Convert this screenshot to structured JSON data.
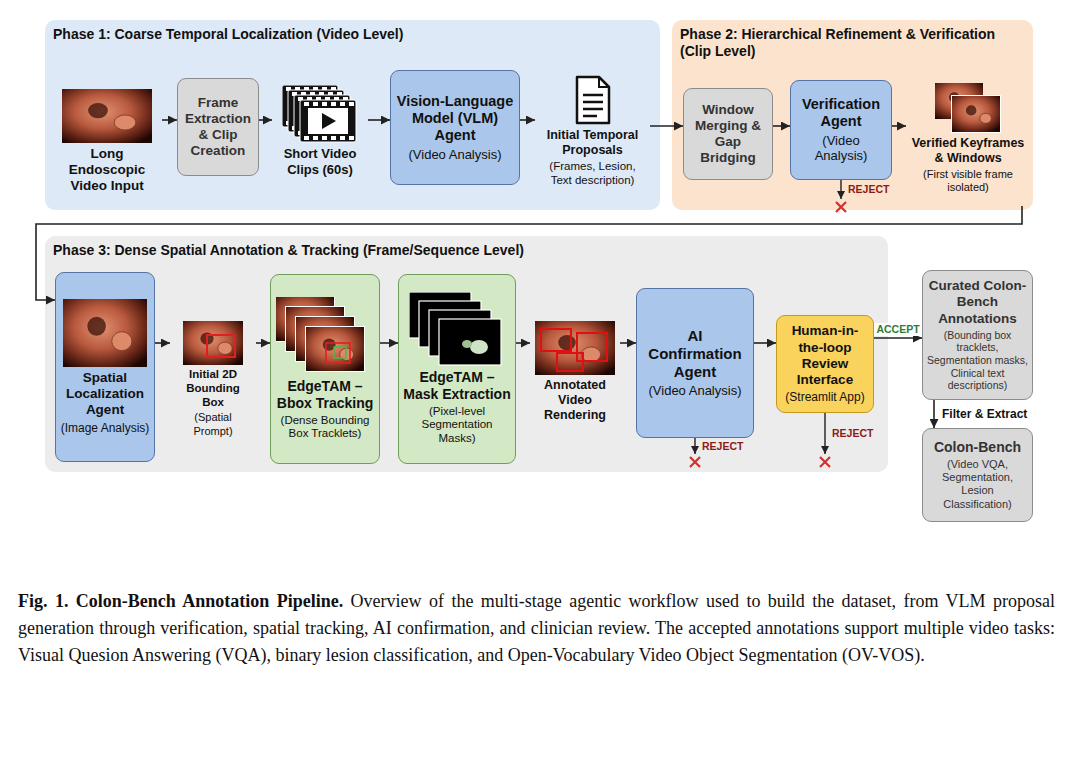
{
  "diagram": {
    "caption": "Fig. 1. Colon-Bench Annotation Pipeline. Overview of the multi-stage agentic workflow used to build the dataset, from VLM proposal generation through verification, spatial tracking, AI confirmation, and clinician review. The accepted annotations support multiple video tasks: Visual Quesion Answering (VQA), binary lesion classification, and Open-Vocabulary Video Object Segmentation (OV-VOS).",
    "nodes": [
      {
        "text": [
          "Phase 1: Coarse Temporal Localization (Video Level)"
        ]
      },
      {
        "text": [
          "Long Endoscopic Video Input"
        ],
        "in": 0
      },
      {
        "text": [
          "Frame Extraction & Clip Creation"
        ],
        "in": 0
      },
      {
        "text": [
          "Short Video Clips (60s)"
        ],
        "in": 0
      },
      {
        "text": [
          "Vision-Language Model (VLM) Agent",
          "(Video Analysis)"
        ],
        "in": 0
      },
      {
        "text": [
          "Initial Temporal Proposals",
          "(Frames, Lesion, Text description)"
        ],
        "in": 0
      },
      {
        "text": [
          "Phase 2: Hierarchical Refinement & Verification (Clip Level)"
        ]
      },
      {
        "text": [
          "Window Merging & Gap Bridging"
        ],
        "in": 6
      },
      {
        "text": [
          "Verification Agent",
          "(Video Analysis)"
        ],
        "in": 6
      },
      {
        "text": [
          "Verified Keyframes & Windows",
          "(First visible frame isolated)"
        ],
        "in": 6
      },
      {
        "text": [
          "Phase 3: Dense Spatial Annotation & Tracking (Frame/Sequence Level)"
        ]
      },
      {
        "text": [
          "Spatial Localization Agent",
          "(Image Analysis)"
        ],
        "in": 10
      },
      {
        "text": [
          "Initial 2D Bounding Box",
          "(Spatial Prompt)"
        ],
        "in": 10
      },
      {
        "text": [
          "EdgeTAM – Bbox Tracking",
          "(Dense Bounding Box Tracklets)"
        ],
        "in": 10
      },
      {
        "text": [
          "EdgeTAM – Mask Extraction",
          "(Pixel-level Segmentation Masks)"
        ],
        "in": 10
      },
      {
        "text": [
          "Annotated Video Rendering"
        ],
        "in": 10
      },
      {
        "text": [
          "AI Confirmation Agent",
          "(Video Analysis)"
        ],
        "in": 10
      },
      {
        "text": [
          "Human-in-the-loop Review Interface",
          "(Streamlit App)"
        ],
        "in": 10
      },
      {
        "text": [
          "Curated Colon-Bench Annotations",
          "(Bounding box tracklets, Segmentation masks, Clinical text descriptions)"
        ]
      },
      {
        "text": [
          "Colon-Bench",
          "(Video VQA, Segmentation, Lesion Classification)"
        ]
      }
    ],
    "edges": [
      {
        "from": 1,
        "to": 2,
        "arrow": "to"
      },
      {
        "from": 2,
        "to": 3,
        "arrow": "to"
      },
      {
        "from": 3,
        "to": 4,
        "arrow": "to"
      },
      {
        "from": 4,
        "to": 5,
        "arrow": "to"
      },
      {
        "from": 5,
        "to": 7,
        "arrow": "to"
      },
      {
        "from": 7,
        "to": 8,
        "arrow": "to"
      },
      {
        "from": 8,
        "to": 9,
        "arrow": "to"
      },
      {
        "from": 9,
        "to": 11,
        "arrow": "to"
      },
      {
        "from": 11,
        "to": 12,
        "arrow": "to"
      },
      {
        "from": 12,
        "to": 13,
        "arrow": "to"
      },
      {
        "from": 13,
        "to": 14,
        "arrow": "to"
      },
      {
        "from": 14,
        "to": 15,
        "arrow": "to"
      },
      {
        "from": 15,
        "to": 16,
        "arrow": "to"
      },
      {
        "from": 16,
        "to": 17,
        "arrow": "to"
      },
      {
        "from": 17,
        "to": 18,
        "label": "ACCEPT",
        "arrow": "to"
      },
      {
        "from": 18,
        "to": 19,
        "label": "Filter & Extract",
        "arrow": "to"
      }
    ],
    "labels": [
      "REJECT",
      "REJECT",
      "REJECT"
    ]
  }
}
